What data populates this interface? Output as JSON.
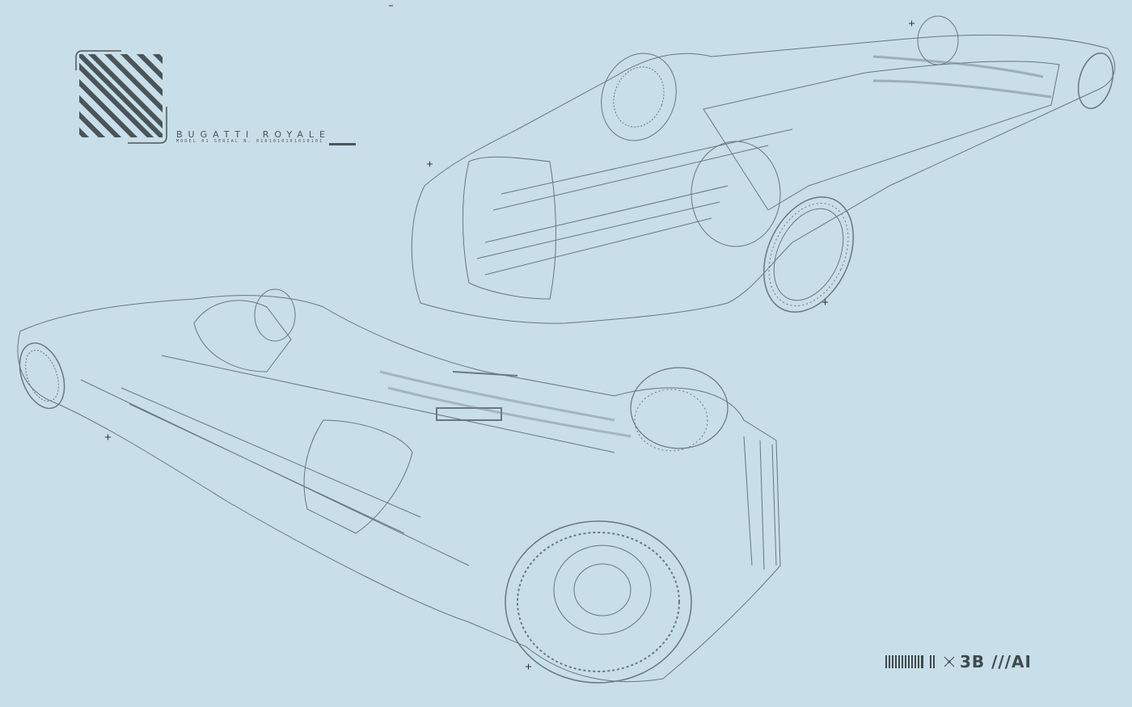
{
  "brand": {
    "title": "BUGATTI ROYALE",
    "subtitle": "MODEL 01 SERIAL N. 0101010101010101",
    "logo_icon": "diagonal-stripes-badge"
  },
  "collab_mark": {
    "text": "3B ///AI",
    "prefix_icon": "barcode",
    "separator_icon": "x-cross"
  },
  "colors": {
    "background": "#c8dee8",
    "ink": "#4a5559",
    "line": "#5b6b72"
  }
}
